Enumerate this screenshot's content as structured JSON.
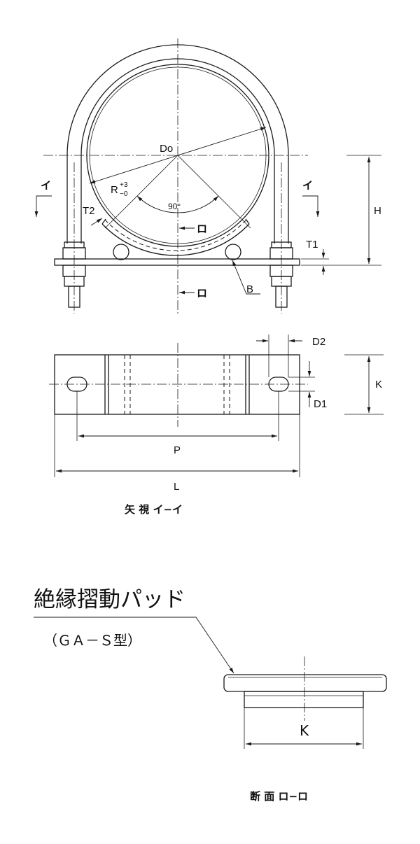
{
  "front_view": {
    "label_Do": "Do",
    "label_R": "R",
    "label_R_tol_upper": "+3",
    "label_R_tol_lower": "−0",
    "label_angle": "90°",
    "label_T2": "T2",
    "label_T1": "T1",
    "label_H": "H",
    "label_B": "B",
    "section_mark": "ロ",
    "view_mark": "イ"
  },
  "plan_view": {
    "label_D2": "D2",
    "label_D1": "D1",
    "label_K": "K",
    "label_P": "P",
    "label_L": "L",
    "caption": "矢 視 イ−イ"
  },
  "section_view": {
    "pad_name": "絶縁摺動パッド",
    "pad_type": "（ＧＡ－Ｓ型）",
    "label_K": "K",
    "caption": "断 面 ロ−ロ"
  }
}
